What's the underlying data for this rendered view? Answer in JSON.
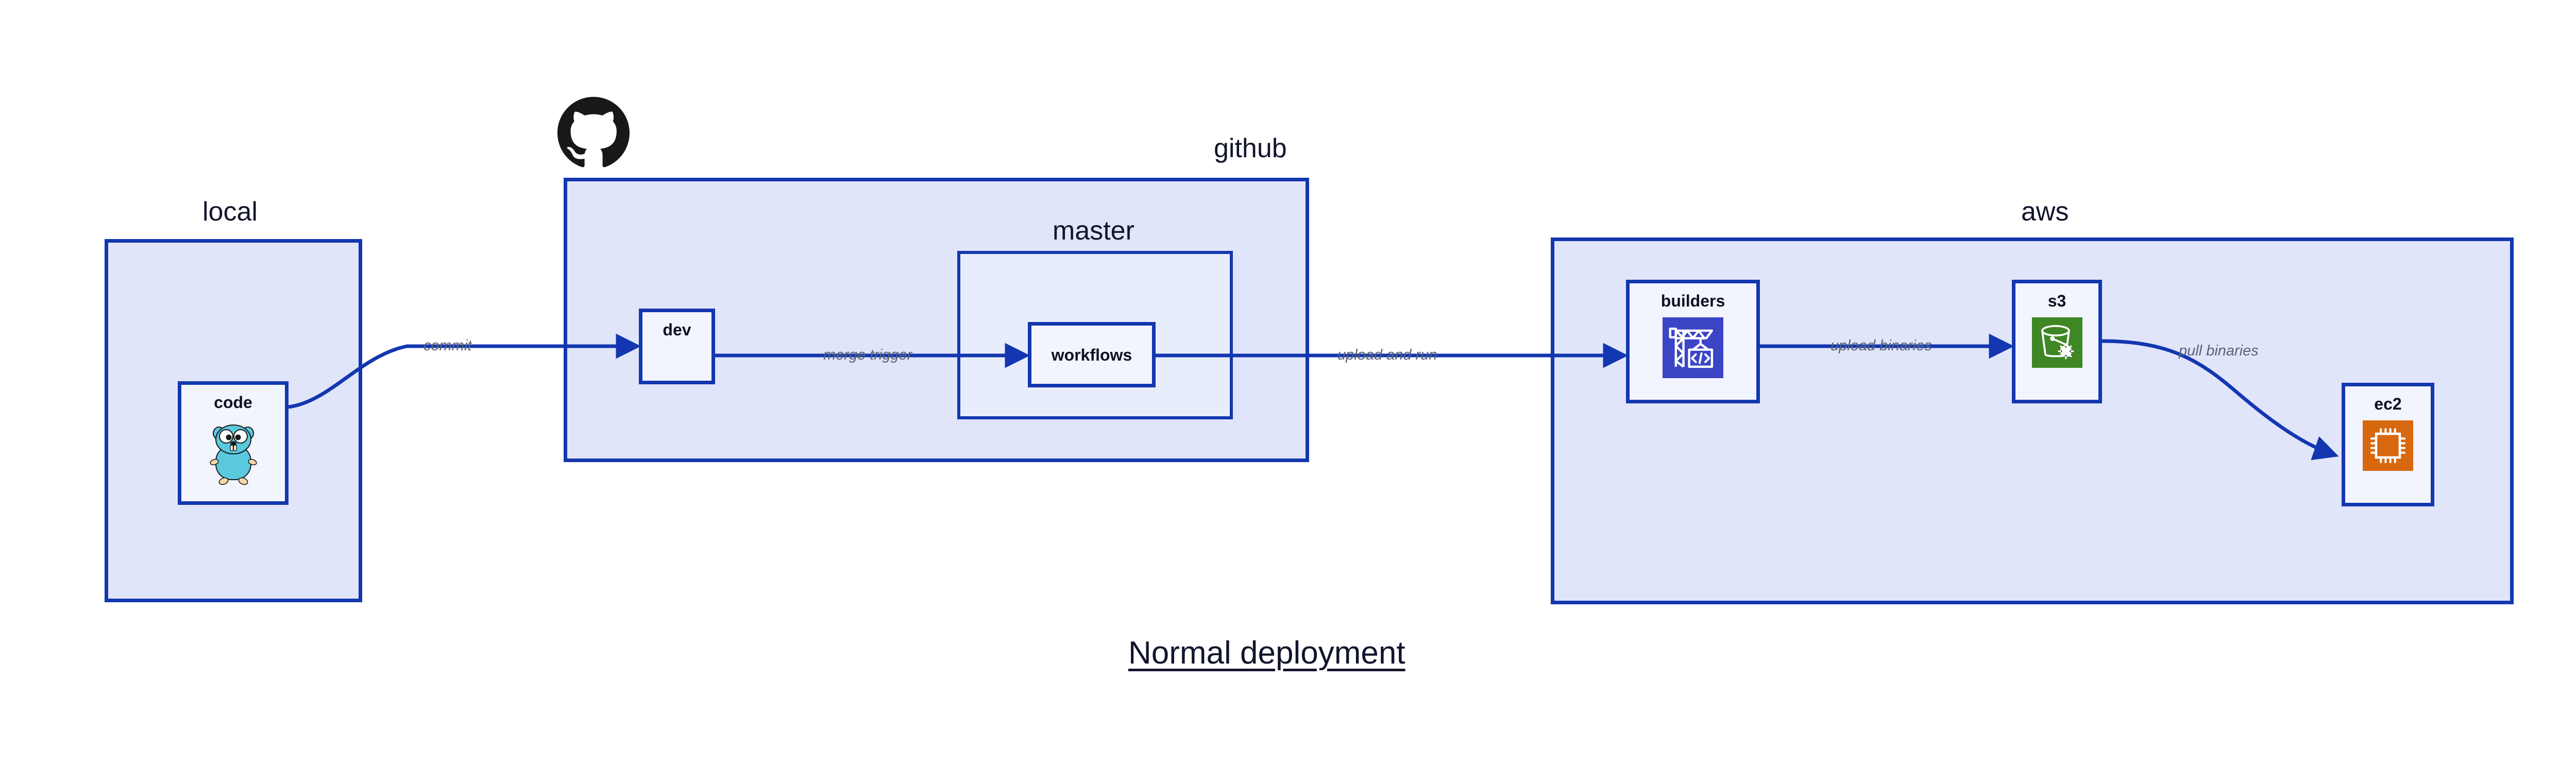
{
  "diagram": {
    "title": "Normal deployment",
    "background_color": "#ffffff",
    "accent_color": "#1337b0",
    "group_fill": "#e1e5fa",
    "subgroup_fill": "#e8edfb",
    "node_fill": "#f2f5fd",
    "label_color": "#12152b",
    "edge_label_color": "#5a6277"
  },
  "groups": {
    "local": {
      "label": "local"
    },
    "github": {
      "label": "github"
    },
    "master": {
      "label": "master"
    },
    "aws": {
      "label": "aws"
    }
  },
  "nodes": {
    "code": {
      "label": "code",
      "icon": "go-gopher-icon"
    },
    "dev": {
      "label": "dev",
      "icon": "none"
    },
    "workflows": {
      "label": "workflows",
      "icon": "none"
    },
    "builders": {
      "label": "builders",
      "icon": "aws-codebuild-icon",
      "icon_color": "#3b45c6"
    },
    "s3": {
      "label": "s3",
      "icon": "aws-s3-glacier-icon",
      "icon_color": "#3f8624"
    },
    "ec2": {
      "label": "ec2",
      "icon": "aws-ec2-icon",
      "icon_color": "#d8680f"
    }
  },
  "edges": [
    {
      "id": "commit",
      "label": "commit",
      "from": "code",
      "to": "dev"
    },
    {
      "id": "merge-trigger",
      "label": "merge trigger",
      "from": "dev",
      "to": "workflows"
    },
    {
      "id": "upload-and-run",
      "label": "upload and run",
      "from": "workflows",
      "to": "builders"
    },
    {
      "id": "upload-binaries",
      "label": "upload binaries",
      "from": "builders",
      "to": "s3"
    },
    {
      "id": "pull-binaries",
      "label": "pull binaries",
      "from": "s3",
      "to": "ec2"
    }
  ],
  "brand_marks": {
    "github": "github-octocat-icon"
  }
}
